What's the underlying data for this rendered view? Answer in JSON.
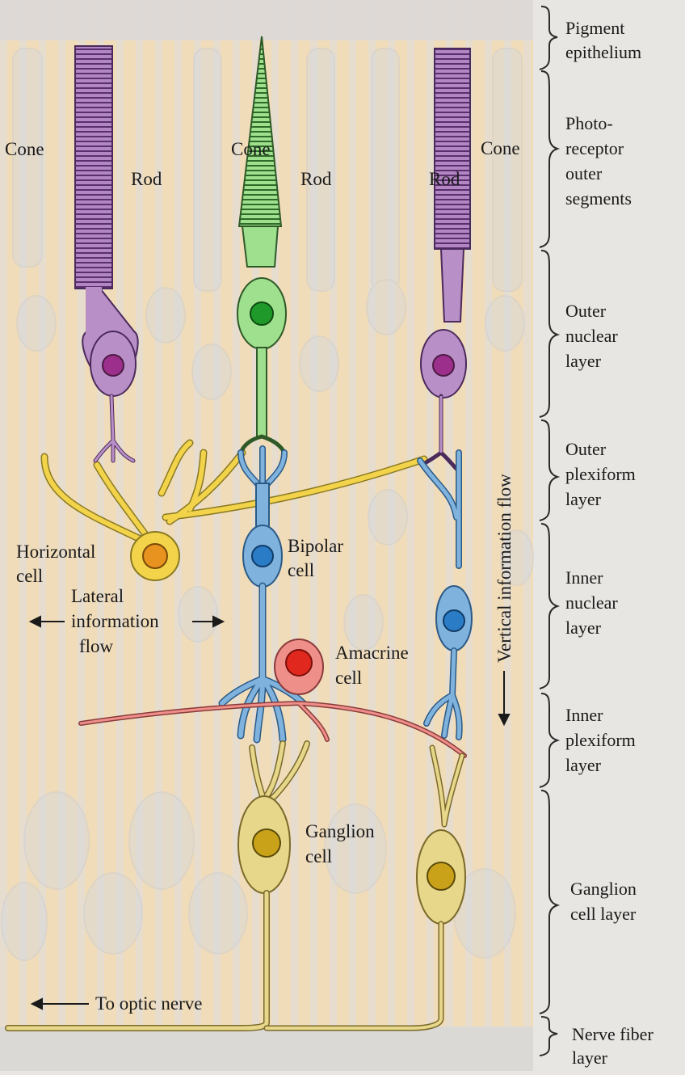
{
  "cells": {
    "cone_left": "Cone",
    "rod_left": "Rod",
    "cone_mid": "Cone",
    "rod_mid": "Rod",
    "rod_right": "Rod",
    "cone_right": "Cone",
    "horizontal": [
      "Horizontal",
      "cell"
    ],
    "bipolar": [
      "Bipolar",
      "cell"
    ],
    "amacrine": [
      "Amacrine",
      "cell"
    ],
    "ganglion": [
      "Ganglion",
      "cell"
    ]
  },
  "flows": {
    "lateral": [
      "Lateral",
      "information",
      "flow"
    ],
    "vertical": "Vertical information flow",
    "optic": "To optic nerve"
  },
  "layers": [
    {
      "key": "pigment",
      "lines": [
        "Pigment",
        "epithelium"
      ]
    },
    {
      "key": "photoreceptor",
      "lines": [
        "Photo-",
        "receptor",
        "outer",
        "segments"
      ]
    },
    {
      "key": "outer-nuclear",
      "lines": [
        "Outer",
        "nuclear",
        "layer"
      ]
    },
    {
      "key": "outer-plexiform",
      "lines": [
        "Outer",
        "plexiform",
        "layer"
      ]
    },
    {
      "key": "inner-nuclear",
      "lines": [
        "Inner",
        "nuclear",
        "layer"
      ]
    },
    {
      "key": "inner-plexiform",
      "lines": [
        "Inner",
        "plexiform",
        "layer"
      ]
    },
    {
      "key": "ganglion-layer",
      "lines": [
        "Ganglion",
        "cell layer"
      ]
    },
    {
      "key": "nerve-fiber",
      "lines": [
        "Nerve fiber",
        "layer"
      ]
    }
  ],
  "colors": {
    "rod": "#b98fc7",
    "cone": "#9fe08f",
    "horizontal": "#f2d34a",
    "bipolar": "#7fb3de",
    "amacrine": "#ef8f8a",
    "ganglion": "#e7d78a",
    "background": "#f3dcb8"
  }
}
